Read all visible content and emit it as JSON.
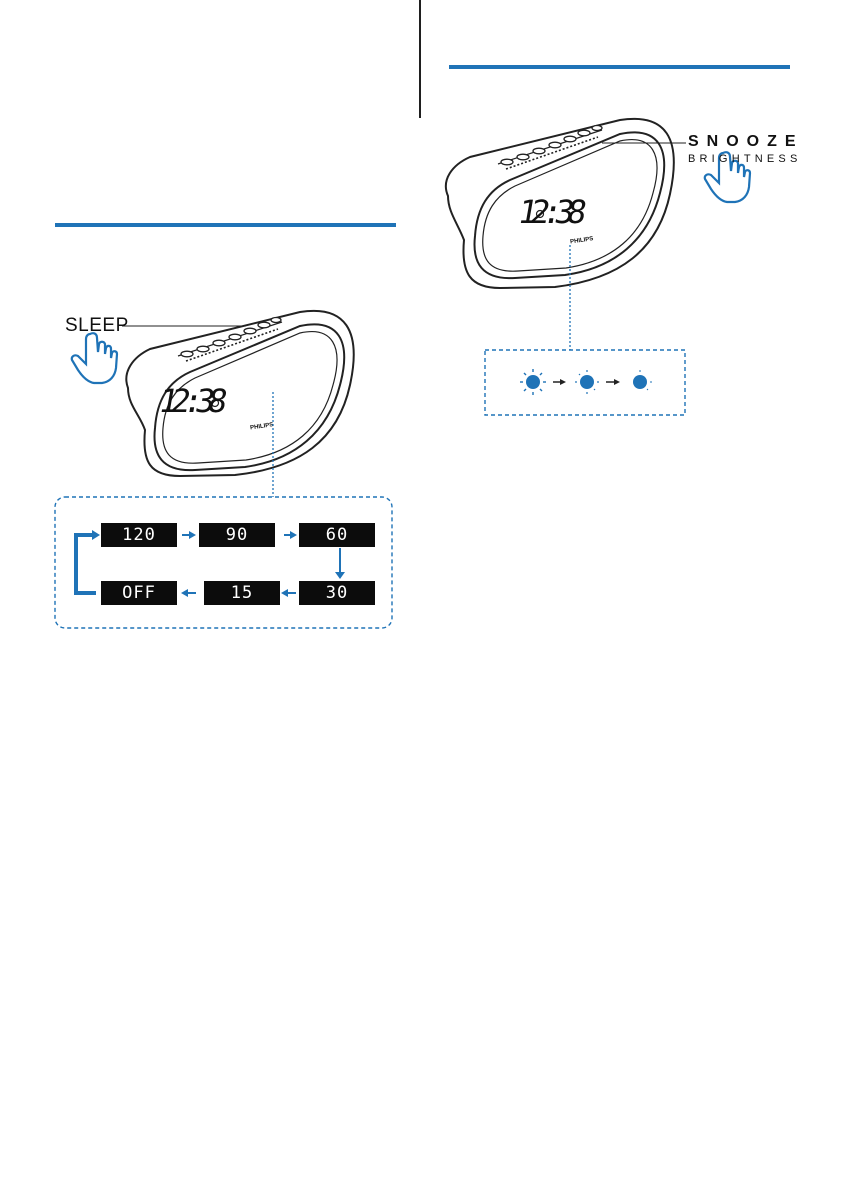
{
  "device": {
    "time": "12:38",
    "brand": "PHILIPS"
  },
  "sleep": {
    "label": "SLEEP",
    "sequence": [
      "120",
      "90",
      "60",
      "30",
      "15",
      "OFF"
    ]
  },
  "snooze": {
    "label": "SNOOZE",
    "sublabel": "BRIGHTNESS",
    "levels": [
      "high",
      "medium",
      "low"
    ]
  },
  "colors": {
    "accent": "#1f73b7",
    "brightness_dot": "#1f73b7",
    "display_cell": "#0c0c0c"
  }
}
